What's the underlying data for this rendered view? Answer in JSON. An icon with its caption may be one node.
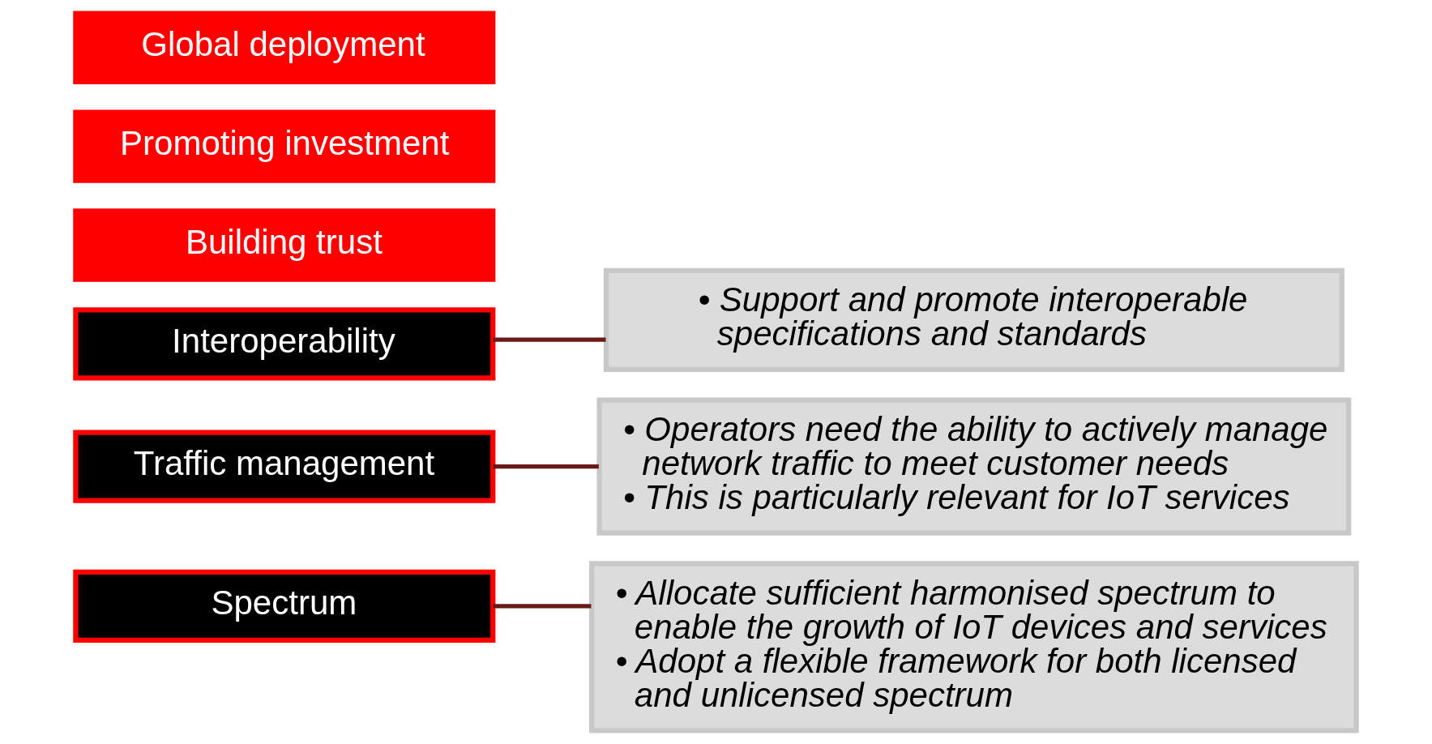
{
  "diagram": {
    "nodes": [
      {
        "text": [
          "Global deployment"
        ]
      },
      {
        "text": [
          "Promoting investment"
        ]
      },
      {
        "text": [
          "Building trust"
        ]
      },
      {
        "text": [
          "Interoperability"
        ]
      },
      {
        "text": [
          "Traffic management"
        ]
      },
      {
        "text": [
          "Spectrum"
        ]
      },
      {
        "text": [
          "• Support and promote interoperable specifications and standards"
        ]
      },
      {
        "text": [
          "• Operators need the ability to actively manage network traffic to meet customer needs",
          "• This is particularly relevant for IoT services"
        ]
      },
      {
        "text": [
          "• Allocate sufficient harmonised spectrum to enable the growth of IoT devices and services",
          "• Adopt a flexible framework for both licensed and unlicensed spectrum"
        ]
      }
    ],
    "edges": [
      {
        "from": 3,
        "to": 6,
        "arrow": "none"
      },
      {
        "from": 4,
        "to": 7,
        "arrow": "none"
      },
      {
        "from": 5,
        "to": 8,
        "arrow": "none"
      }
    ]
  }
}
